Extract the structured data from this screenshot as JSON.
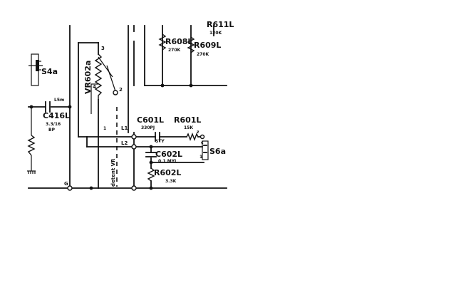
{
  "schematic": {
    "labels": {
      "r611l": "R611L",
      "r611l_value": "120K",
      "r608l": "R608L",
      "r608l_value": "270K",
      "r609l": "R609L",
      "r609l_value": "270K",
      "s4a": "S4a",
      "vr602a": "VR602a",
      "pin3": "3",
      "pin2": "2",
      "pin4": "4",
      "pin1": "1",
      "c416l": "C416L",
      "c416l_value": "3.3/16",
      "c416l_type": "BP",
      "l5m": "L5m",
      "l1": "L1",
      "l2": "L2",
      "c601l": "C601L",
      "c601l_value": "330PJ",
      "c601l_type": "STY",
      "r601l": "R601L",
      "r601l_value": "15K",
      "sw_z": "z",
      "sw_c": "c",
      "sw_1": "1",
      "c602l": "C602L",
      "c602l_value": "0.1 MYL",
      "s6a": "S6a",
      "r602l": "R602L",
      "r602l_value": "3.3K",
      "ground_g": "G",
      "detent_vr": "detent VR"
    }
  }
}
